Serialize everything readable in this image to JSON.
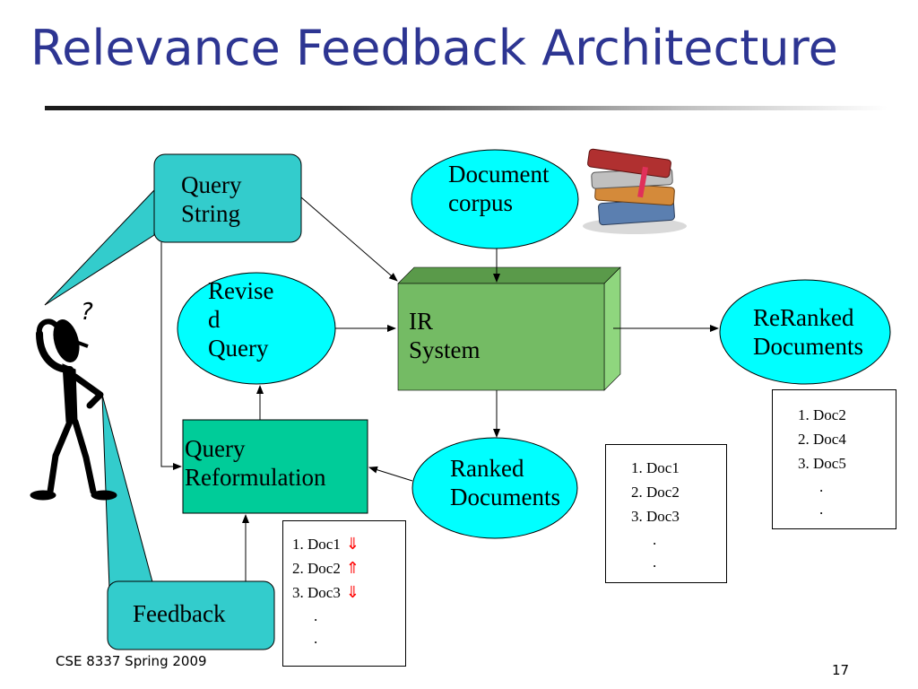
{
  "slide": {
    "title": "Relevance Feedback Architecture",
    "footer_left": "CSE 8337 Spring 2009",
    "page_number": "17"
  },
  "nodes": {
    "query_string": {
      "line1": "Query",
      "line2": "String"
    },
    "document_corpus": {
      "line1": "Document",
      "line2": "corpus"
    },
    "revised_query": {
      "line1": "Revise",
      "line2": "d",
      "line3": "Query"
    },
    "ir_system": {
      "line1": "IR",
      "line2": "System"
    },
    "reranked_documents": {
      "line1": "ReRanked",
      "line2": "Documents"
    },
    "query_reformulation": {
      "line1": "Query",
      "line2": "Reformulation"
    },
    "ranked_documents": {
      "line1": "Ranked",
      "line2": "Documents"
    },
    "feedback": {
      "label": "Feedback"
    }
  },
  "lists": {
    "ranked": [
      "1. Doc1",
      "2. Doc2",
      "3. Doc3",
      ".",
      "."
    ],
    "reranked": [
      "1. Doc2",
      "2. Doc4",
      "3. Doc5",
      ".",
      "."
    ],
    "feedback": [
      {
        "text": "1. Doc1",
        "mark": "⇓"
      },
      {
        "text": "2. Doc2",
        "mark": "⇑"
      },
      {
        "text": "3. Doc3",
        "mark": "⇓"
      },
      {
        "text": ".",
        "mark": ""
      },
      {
        "text": ".",
        "mark": ""
      }
    ]
  },
  "figure": {
    "question_mark": "?"
  },
  "colors": {
    "title": "#2d3592",
    "cyan_fill": "#00ffff",
    "teal_box": "#33cccc",
    "green_box": "#00cc99",
    "ir_front": "#74bb64",
    "ir_top": "#5a9a4a",
    "ir_side": "#8fd67e",
    "down_mark": "#ff0000"
  }
}
